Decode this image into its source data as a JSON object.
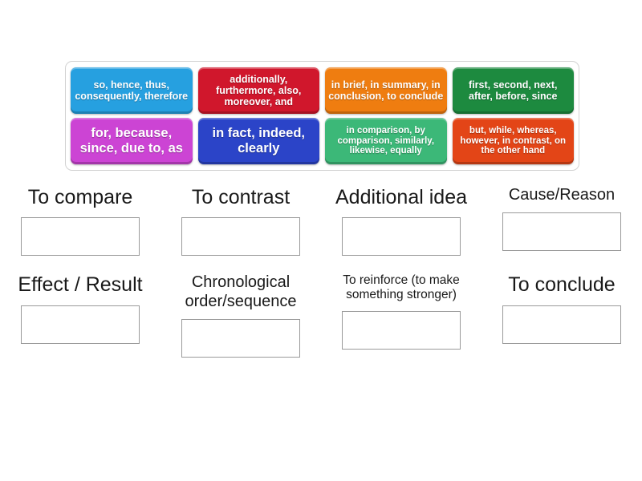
{
  "activity": {
    "type": "group-sort",
    "tiles_label": "Word tiles tray",
    "categories_label": "Category drop zones"
  },
  "tray": {
    "rows": [
      [
        {
          "text": "so, hence, thus, consequently, therefore",
          "color": "#26a0e0",
          "size": "fs-12"
        },
        {
          "text": "additionally, furthermore, also, moreover, and",
          "color": "#d0172c",
          "size": "fs-12"
        },
        {
          "text": "in brief, in summary, in conclusion, to conclude",
          "color": "#ef7d10",
          "size": "fs-12"
        },
        {
          "text": "first, second, next, after, before, since",
          "color": "#1d8a3f",
          "size": "fs-12"
        }
      ],
      [
        {
          "text": "for, because, since, due to, as",
          "color": "#cc44d4",
          "size": "fs-16"
        },
        {
          "text": "in fact, indeed, clearly",
          "color": "#2b44c8",
          "size": "fs-16"
        },
        {
          "text": "in comparison, by comparison, similarly, likewise, equally",
          "color": "#3cb878",
          "size": "fs-11"
        },
        {
          "text": "but, while, whereas, however, in contrast, on the other hand",
          "color": "#e34517",
          "size": "fs-11"
        }
      ]
    ]
  },
  "categories": [
    {
      "label": "To compare",
      "size": "cl-lg",
      "name": "to-compare"
    },
    {
      "label": "To contrast",
      "size": "cl-lg",
      "name": "to-contrast"
    },
    {
      "label": "Additional idea",
      "size": "cl-lg",
      "name": "additional-idea"
    },
    {
      "label": "Cause/Reason",
      "size": "cl-md",
      "name": "cause-reason"
    },
    {
      "label": "Effect / Result",
      "size": "cl-lg",
      "name": "effect-result"
    },
    {
      "label": "Chronological order/sequence",
      "size": "cl-md",
      "name": "chronological-order-sequence"
    },
    {
      "label": "To reinforce (to make something stronger)",
      "size": "cl-sm",
      "name": "to-reinforce"
    },
    {
      "label": "To conclude",
      "size": "cl-lg",
      "name": "to-conclude"
    }
  ],
  "colors": {
    "tray_border": "#d2d2d2",
    "dropzone_border": "#9a9a9a",
    "label_text": "#191919",
    "page_background": "#ffffff"
  }
}
